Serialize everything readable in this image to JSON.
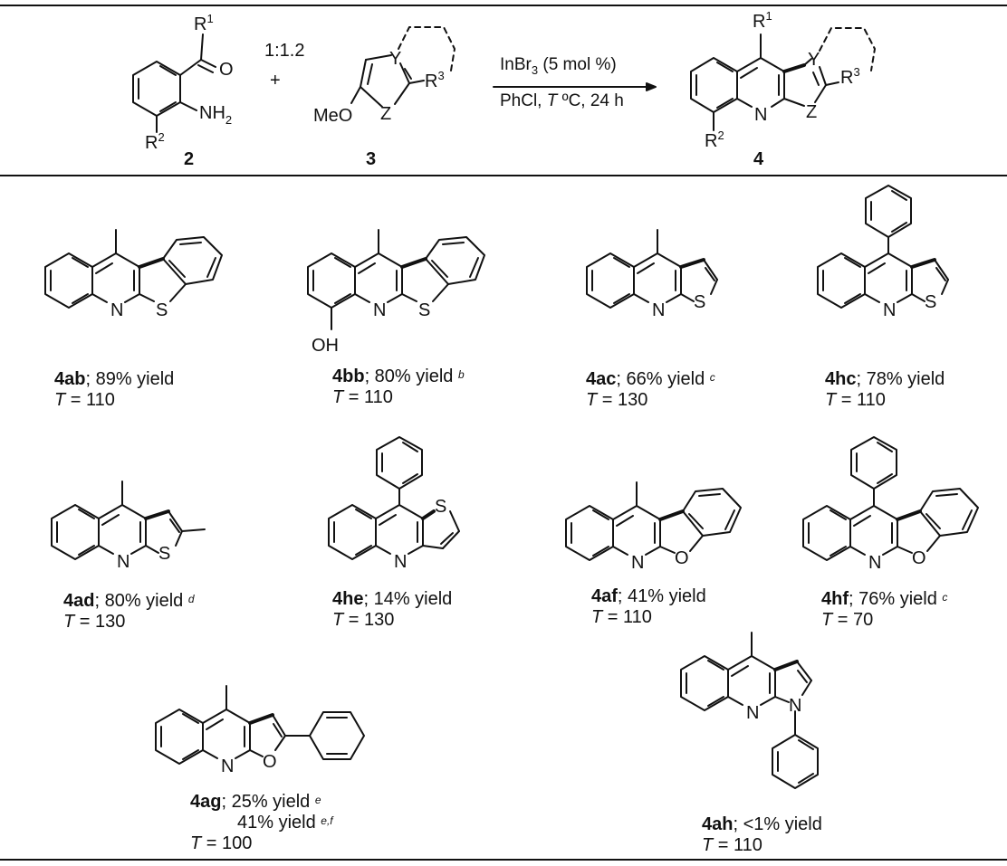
{
  "scheme": {
    "ratio": "1:1.2",
    "plus": "+",
    "conditions_top_reagent": "InBr",
    "conditions_top_sub": "3",
    "conditions_top_rest": " (5 mol %)",
    "conditions_bottom_pre": "PhCl, ",
    "conditions_bottom_T": "T",
    "conditions_bottom_rest": " ºC, 24 h",
    "compound_labels": [
      "2",
      "3",
      "4"
    ]
  },
  "atoms": {
    "R1": "R",
    "sup1": "1",
    "R2": "R",
    "sup2": "2",
    "R3": "R",
    "sup3": "3",
    "O": "O",
    "NH2": "NH",
    "NH2_sub": "2",
    "MeO": "MeO",
    "Y": "Y",
    "Z": "Z",
    "N": "N",
    "S": "S",
    "OH": "OH"
  },
  "products": [
    {
      "id": "4ab",
      "yield": "; 89% yield",
      "note": "",
      "temp": "T =  110"
    },
    {
      "id": "4bb",
      "yield": "; 80% yield ",
      "note": "b",
      "temp": "T =  110"
    },
    {
      "id": "4ac",
      "yield": "; 66% yield ",
      "note": "c",
      "temp": "T =  130"
    },
    {
      "id": "4hc",
      "yield": "; 78% yield",
      "note": "",
      "temp": "T =  110"
    },
    {
      "id": "4ad",
      "yield": "; 80% yield ",
      "note": "d",
      "temp": "T =  130"
    },
    {
      "id": "4he",
      "yield": "; 14% yield",
      "note": "",
      "temp": "T =  130"
    },
    {
      "id": "4af",
      "yield": "; 41% yield",
      "note": "",
      "temp": "T =  110"
    },
    {
      "id": "4hf",
      "yield": "; 76% yield ",
      "note": "c",
      "temp": "T =  70"
    },
    {
      "id": "4ag",
      "yield": "; 25% yield ",
      "note": "e",
      "yield2": "41% yield ",
      "note2": "e,f",
      "temp": "T =  100"
    },
    {
      "id": "4ah",
      "yield": "; <1% yield",
      "note": "",
      "temp": "T =  110"
    }
  ]
}
